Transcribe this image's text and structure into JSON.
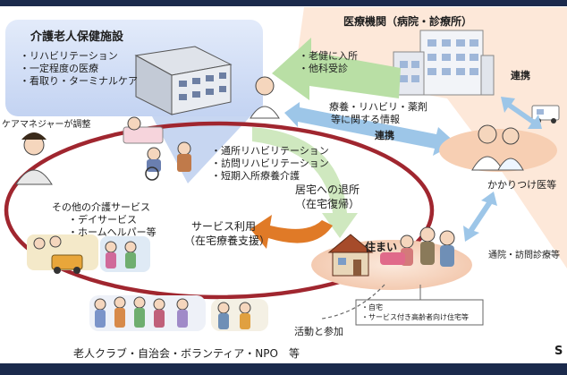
{
  "facility": {
    "title": "介護老人保健施設",
    "items": [
      "・リハビリテーション",
      "・一定程度の医療",
      "・看取り・ターミナルケア"
    ]
  },
  "hospital": {
    "title": "医療機関（病院・診療所）",
    "arrow_items": [
      "・老健に入所",
      "・他科受診"
    ]
  },
  "care_manager": {
    "label": "ケアマネジャーが調整"
  },
  "services": {
    "items": [
      "・通所リハビリテーション",
      "・訪問リハビリテーション",
      "・短期入所療養介護"
    ]
  },
  "info": {
    "text1": "療養・リハビリ・薬剤",
    "text2": "等に関する情報"
  },
  "links": {
    "top": "連携",
    "middle": "連携"
  },
  "doctor": {
    "label": "かかりつけ医等"
  },
  "other_care": {
    "title": "その他の介護サービス",
    "items": [
      "・デイサービス",
      "・ホームヘルパー等"
    ]
  },
  "discharge": {
    "line1": "居宅への退所",
    "line2": "（在宅復帰）"
  },
  "service_use": {
    "line1": "サービス利用",
    "line2": "（在宅療養支援）"
  },
  "home": {
    "title": "住まい",
    "items": [
      "・自宅",
      "・サービス付き高齢者向け住宅等"
    ]
  },
  "outpatient": {
    "label": "通院・訪問診療等"
  },
  "activity": {
    "label": "活動と参加"
  },
  "community": {
    "label": "老人クラブ・自治会・ボランティア・NPO　等"
  },
  "page_mark": "S",
  "colors": {
    "ring": "#a0262f",
    "blue_arrow": "#9dc6e8",
    "green_arrow": "#b9dfa5",
    "orange_arrow": "#e07a27",
    "peach": "#fbe3d2"
  }
}
